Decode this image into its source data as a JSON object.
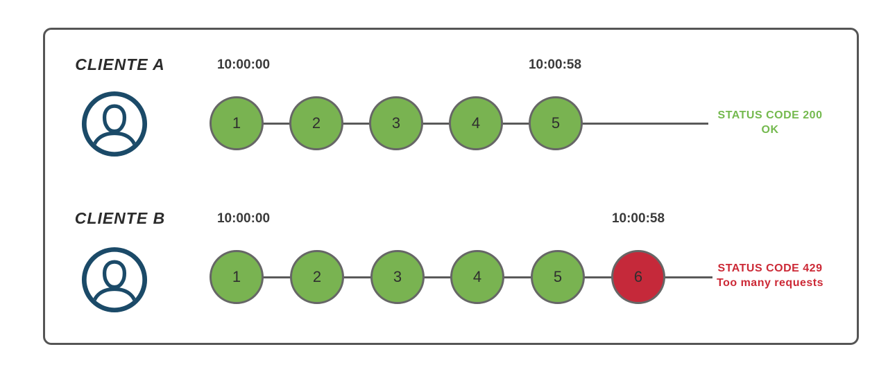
{
  "colors": {
    "ok": "#79b351",
    "blocked": "#c5293a",
    "ok_text": "#74b94e",
    "blocked_text": "#cc2936",
    "line": "#595959",
    "circle_border": "#666666",
    "avatar": "#1b4a68",
    "text_dark": "#3a3a3a",
    "frame_border": "#555555"
  },
  "rows": [
    {
      "client_label": "CLIENTE A",
      "start_time": "10:00:00",
      "end_time": "10:00:58",
      "requests": [
        {
          "label": "1",
          "status": "ok"
        },
        {
          "label": "2",
          "status": "ok"
        },
        {
          "label": "3",
          "status": "ok"
        },
        {
          "label": "4",
          "status": "ok"
        },
        {
          "label": "5",
          "status": "ok"
        }
      ],
      "status_line1": "STATUS CODE 200",
      "status_line2": "OK",
      "status_type": "ok"
    },
    {
      "client_label": "CLIENTE B",
      "start_time": "10:00:00",
      "end_time": "10:00:58",
      "requests": [
        {
          "label": "1",
          "status": "ok"
        },
        {
          "label": "2",
          "status": "ok"
        },
        {
          "label": "3",
          "status": "ok"
        },
        {
          "label": "4",
          "status": "ok"
        },
        {
          "label": "5",
          "status": "ok"
        },
        {
          "label": "6",
          "status": "blocked"
        }
      ],
      "status_line1": "STATUS CODE 429",
      "status_line2": "Too many requests",
      "status_type": "blocked"
    }
  ]
}
